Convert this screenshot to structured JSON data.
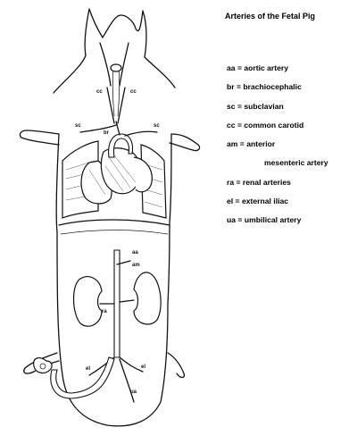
{
  "title": "Arteries of the Fetal Pig",
  "legend": [
    {
      "text": "aa = aortic artery"
    },
    {
      "text": "br = brachiocephalic"
    },
    {
      "text": "sc = subclavian"
    },
    {
      "text": "cc = common carotid"
    },
    {
      "text": "am = anterior"
    },
    {
      "text": "mesenteric artery",
      "continuation": true
    },
    {
      "text": "ra = renal arteries"
    },
    {
      "text": "el = external iliac"
    },
    {
      "text": "ua = umbilical artery"
    }
  ],
  "diagram_labels": {
    "cc_left": "cc",
    "cc_right": "cc",
    "sc_left": "sc",
    "sc_right": "sc",
    "br": "br",
    "aa": "aa",
    "am": "am",
    "ra": "ra",
    "el_left": "el",
    "el_right": "el",
    "ua": "ua"
  }
}
